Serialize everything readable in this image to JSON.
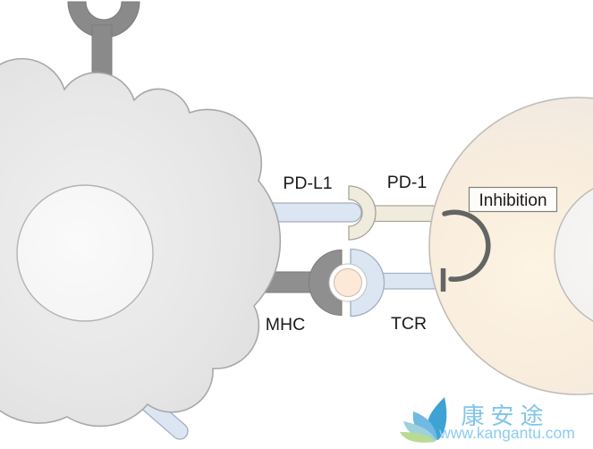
{
  "diagram": {
    "labels": {
      "pdl1": "PD-L1",
      "pd1": "PD-1",
      "mhc": "MHC",
      "tcr": "TCR",
      "inhibition": "Inhibition"
    }
  },
  "watermark": {
    "brand": "康安途",
    "url": "www.kangantu.com"
  },
  "colors": {
    "ligand_blue": "#dce6f2",
    "receptor_beige": "#efebdd",
    "mhc_gray": "#8f8f8f",
    "peptide_peach": "#fce9d8",
    "inhibition_gray": "#646464",
    "watermark_blue": "#82c5e9",
    "watermark_url_blue": "#8bcdee",
    "tumor_cell_gray": "#e6e6e6",
    "t_cell_cream": "#f9efe1"
  }
}
